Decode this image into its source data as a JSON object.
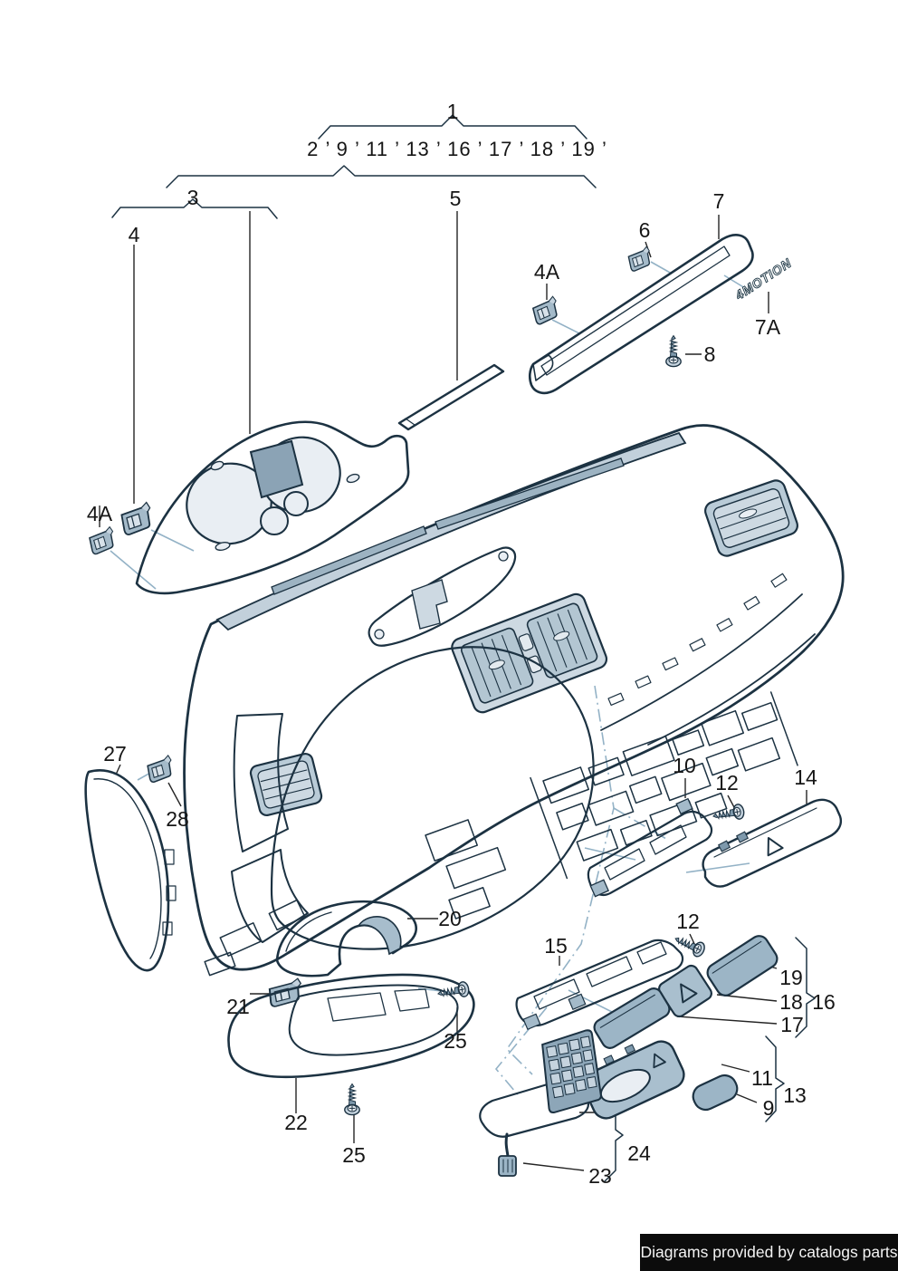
{
  "diagram": {
    "top_label": "1",
    "series_row": "2 ’ 9 ’ 11 ’ 13 ’ 16 ’ 17 ’ 18 ’ 19 ’",
    "badge_text": "4MOTION",
    "subject": "instrument-panel-exploded-view"
  },
  "callouts": [
    {
      "label": "1"
    },
    {
      "label": "3"
    },
    {
      "label": "4"
    },
    {
      "label": "5"
    },
    {
      "label": "4A"
    },
    {
      "label": "6"
    },
    {
      "label": "7"
    },
    {
      "label": "7A"
    },
    {
      "label": "8"
    },
    {
      "label": "4A"
    },
    {
      "label": "27"
    },
    {
      "label": "28"
    },
    {
      "label": "10"
    },
    {
      "label": "12"
    },
    {
      "label": "14"
    },
    {
      "label": "20"
    },
    {
      "label": "21"
    },
    {
      "label": "25"
    },
    {
      "label": "22"
    },
    {
      "label": "25"
    },
    {
      "label": "15"
    },
    {
      "label": "12"
    },
    {
      "label": "19"
    },
    {
      "label": "18"
    },
    {
      "label": "17"
    },
    {
      "label": "16"
    },
    {
      "label": "11"
    },
    {
      "label": "13"
    },
    {
      "label": "9"
    },
    {
      "label": "24"
    },
    {
      "label": "23"
    }
  ],
  "credit": {
    "text": "Diagrams provided by catalogs parts"
  },
  "colors": {
    "ink": "#1c3242",
    "panel_light": "#e9eef3",
    "panel_mid": "#c5d3de",
    "panel_shade": "#a4bac9",
    "panel_dark": "#7e99ac",
    "leader": "#93b2c6",
    "background": "#ffffff",
    "credit_bg": "#0c0c0c",
    "credit_text": "#f4f4f4"
  }
}
